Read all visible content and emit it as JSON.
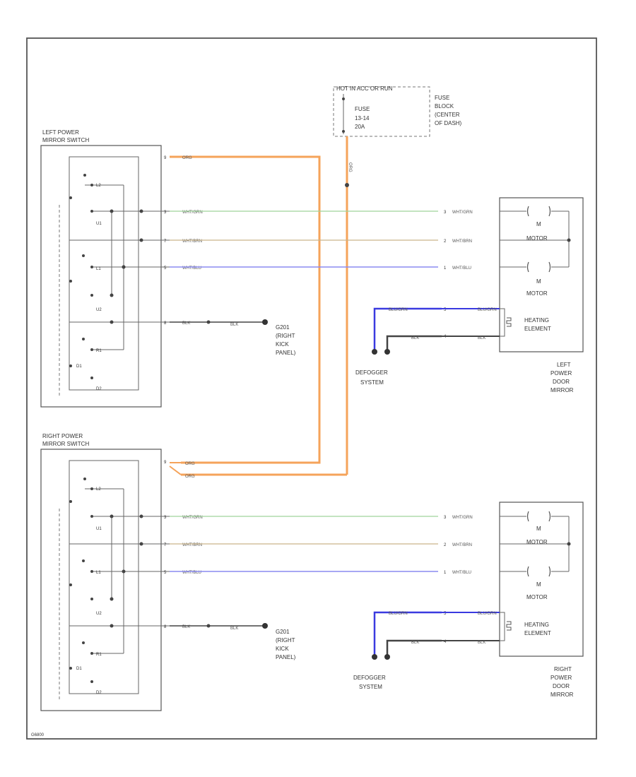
{
  "colors": {
    "orange": "#f5a35a",
    "green": "#9fd49a",
    "tan": "#c9b48a",
    "blue": "#8b8bf0",
    "deep_blue": "#3a3ae0",
    "dark": "#444444",
    "frame": "#555555"
  },
  "fuse_block": {
    "header": "HOT IN ACC OR RUN",
    "fuse_lines": [
      "FUSE",
      "13-14",
      "20A"
    ],
    "location_lines": [
      "FUSE",
      "BLOCK",
      "(CENTER",
      "OF DASH)"
    ],
    "wire_label": "ORG"
  },
  "left_switch": {
    "title_lines": [
      "LEFT POWER",
      "MIRROR SWITCH"
    ],
    "pins": [
      "9",
      "3",
      "7",
      "5",
      "8"
    ],
    "wires": [
      "ORG",
      "WHT/GRN",
      "WHT/BRN",
      "WHT/BLU",
      "BLK"
    ],
    "contact_labels": [
      "L2",
      "U1",
      "L1",
      "U2",
      "R1",
      "D1",
      "D2"
    ],
    "ground_wire": "BLK",
    "ground_lines": [
      "G201",
      "(RIGHT",
      "KICK",
      "PANEL)"
    ]
  },
  "right_switch": {
    "title_lines": [
      "RIGHT POWER",
      "MIRROR SWITCH"
    ],
    "pins": [
      "9",
      "3",
      "7",
      "5",
      "8"
    ],
    "wires": [
      "ORG",
      "ORG",
      "WHT/GRN",
      "WHT/BRN",
      "WHT/BLU",
      "BLK"
    ],
    "contact_labels": [
      "L2",
      "U1",
      "L1",
      "U2",
      "R1",
      "D1",
      "D2"
    ],
    "ground_wire": "BLK",
    "ground_lines": [
      "G201",
      "(RIGHT",
      "KICK",
      "PANEL)"
    ]
  },
  "left_mirror": {
    "title_lines": [
      "LEFT",
      "POWER",
      "DOOR",
      "MIRROR"
    ],
    "motor_m": "M",
    "motor_label": "MOTOR",
    "heater_lines": [
      "HEATING",
      "ELEMENT"
    ],
    "pins": [
      "3",
      "2",
      "1",
      "5",
      "4"
    ],
    "wires": [
      "WHT/GRN",
      "WHT/BRN",
      "WHT/BLU",
      "BLU/GRN",
      "BLK"
    ],
    "heater_wires": [
      "BLU/GRN",
      "BLK"
    ],
    "defogger_lines": [
      "DEFOGGER",
      "SYSTEM"
    ]
  },
  "right_mirror": {
    "title_lines": [
      "RIGHT",
      "POWER",
      "DOOR",
      "MIRROR"
    ],
    "motor_m": "M",
    "motor_label": "MOTOR",
    "heater_lines": [
      "HEATING",
      "ELEMENT"
    ],
    "pins": [
      "3",
      "2",
      "1",
      "5",
      "4"
    ],
    "wires": [
      "WHT/GRN",
      "WHT/BRN",
      "WHT/BLU",
      "BLU/GRN",
      "BLK"
    ],
    "heater_wires": [
      "BLU/GRN",
      "BLK"
    ],
    "defogger_lines": [
      "DEFOGGER",
      "SYSTEM"
    ]
  },
  "footer_code": "G6800"
}
